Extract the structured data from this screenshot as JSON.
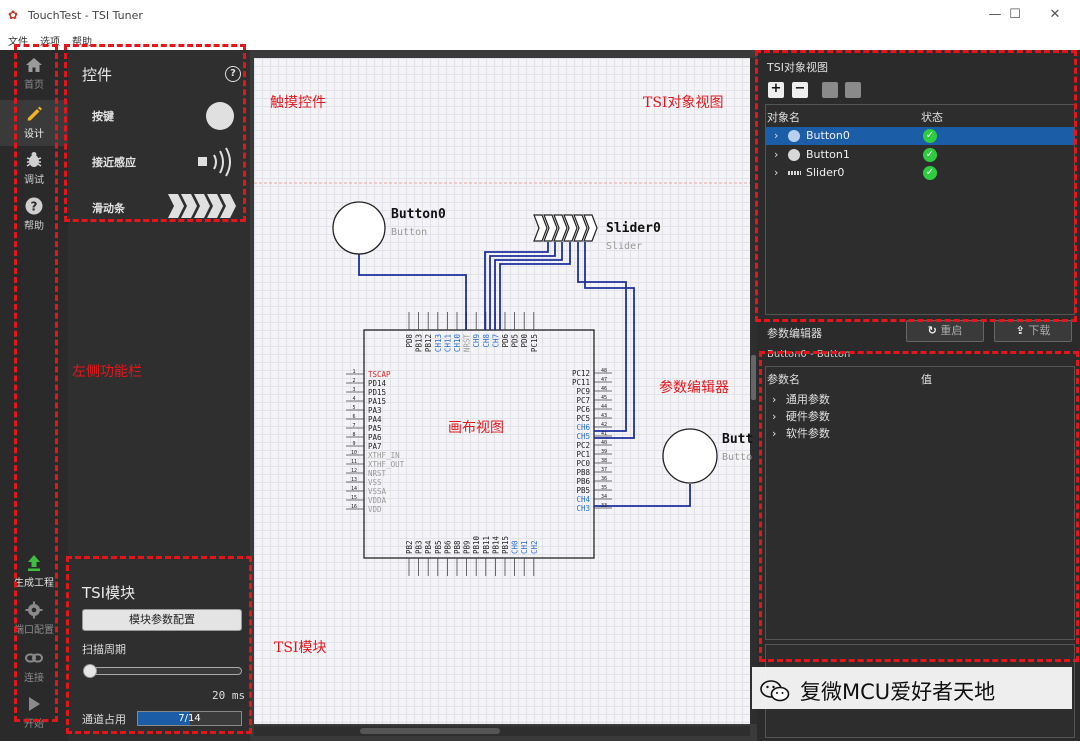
{
  "window": {
    "title": "TouchTest - TSI Tuner",
    "minimize": "—",
    "maximize": "☐",
    "close": "✕"
  },
  "menu": [
    "文件",
    "选项",
    "帮助"
  ],
  "nav": {
    "home": "首页",
    "design": "设计",
    "debug": "调试",
    "help": "帮助",
    "generate": "生成工程",
    "port": "端口配置",
    "connect": "连接",
    "start": "开始"
  },
  "widgets": {
    "title": "控件",
    "help": "?",
    "items": [
      "按键",
      "接近感应",
      "滑动条"
    ]
  },
  "module": {
    "title": "TSI模块",
    "config_button": "模块参数配置",
    "scan_label": "扫描周期",
    "scan_value": "20 ms",
    "scan_fraction": 0.0,
    "channel_label": "通道占用",
    "channel_text": "7/14",
    "channel_fraction": 0.5
  },
  "canvas": {
    "button0_name": "Button0",
    "button0_type": "Button",
    "slider0_name": "Slider0",
    "slider0_type": "Slider",
    "button_right_name": "Butt",
    "button_right_type": "Butto",
    "chip_left_pins": [
      "TSCAP",
      "PD14",
      "PD15",
      "PA15",
      "PA3",
      "PA4",
      "PA5",
      "PA6",
      "PA7",
      "XTHF_IN",
      "XTHF_OUT",
      "NRST",
      "VSS",
      "VSSA",
      "VDDA",
      "VDD"
    ],
    "chip_left_nums": [
      "1",
      "2",
      "3",
      "4",
      "5",
      "6",
      "7",
      "8",
      "9",
      "10",
      "11",
      "12",
      "13",
      "14",
      "15",
      "16"
    ],
    "chip_right_pins": [
      "PC12",
      "PC11",
      "PC9",
      "PC7",
      "PC6",
      "PC5",
      "CH6",
      "CH5",
      "PC2",
      "PC1",
      "PC0",
      "PB8",
      "PB6",
      "PB5",
      "CH4",
      "CH3"
    ],
    "chip_right_nums": [
      "48",
      "47",
      "46",
      "45",
      "44",
      "43",
      "42",
      "41",
      "40",
      "39",
      "38",
      "37",
      "36",
      "35",
      "34",
      "33"
    ],
    "chip_top_pins": [
      "PD8",
      "PB13",
      "PB12",
      "CH13",
      "CH11",
      "CH10",
      "NRST",
      "CH9",
      "CH8",
      "CH7",
      "PD6",
      "PD5",
      "PD0",
      "PC15"
    ],
    "chip_bottom_pins": [
      "PB2",
      "PB3",
      "PB4",
      "PB5",
      "PB6",
      "PB8",
      "PB9",
      "PB10",
      "PB11",
      "PB14",
      "PB15",
      "CH0",
      "CH1",
      "CH2"
    ]
  },
  "object_view": {
    "title": "TSI对象视图",
    "tools": [
      "+",
      "−",
      "▪",
      "▪"
    ],
    "col_name": "对象名",
    "col_status": "状态",
    "rows": [
      {
        "name": "Button0",
        "status": "✓"
      },
      {
        "name": "Button1",
        "status": "✓"
      },
      {
        "name": "Slider0",
        "status": "✓"
      }
    ],
    "arrow": "›"
  },
  "param_editor": {
    "title": "参数编辑器",
    "reset": "重启",
    "download": "下载",
    "object_label": "Button0 - Button",
    "col_name": "参数名",
    "col_value": "值",
    "rows": [
      "通用参数",
      "硬件参数",
      "软件参数"
    ],
    "arrow": "›"
  },
  "annotations": {
    "touch_widgets": "触摸控件",
    "left_bar": "左侧功能栏",
    "canvas_view": "画布视图",
    "tsi_module": "TSI模块",
    "tsi_object_view": "TSI对象视图",
    "param_editor": "参数编辑器"
  },
  "watermark": "复微MCU爱好者天地",
  "colors": {
    "annotation_red": "#e5161b",
    "selection_blue": "#1c5da8",
    "status_green": "#2ecc40",
    "generate_green": "#3fbf3f",
    "wire_blue": "#1d2f9e"
  }
}
